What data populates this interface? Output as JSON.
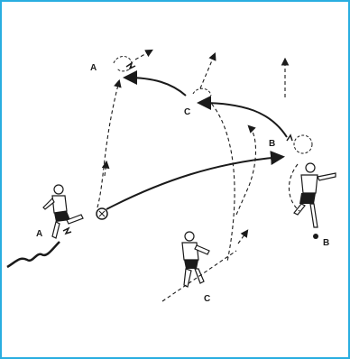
{
  "diagram": {
    "labels": {
      "player_a_top": "A",
      "player_c_mid": "C",
      "player_b_right": "B",
      "player_b_lower": "B",
      "player_a_left": "A",
      "player_c_bottom": "C"
    },
    "colors": {
      "frame": "#29aee0",
      "ink": "#1a1a1a"
    },
    "icons": [
      "soccer-ball-icon",
      "player-figure-icon",
      "arrow-icon",
      "ground-line-icon"
    ]
  }
}
